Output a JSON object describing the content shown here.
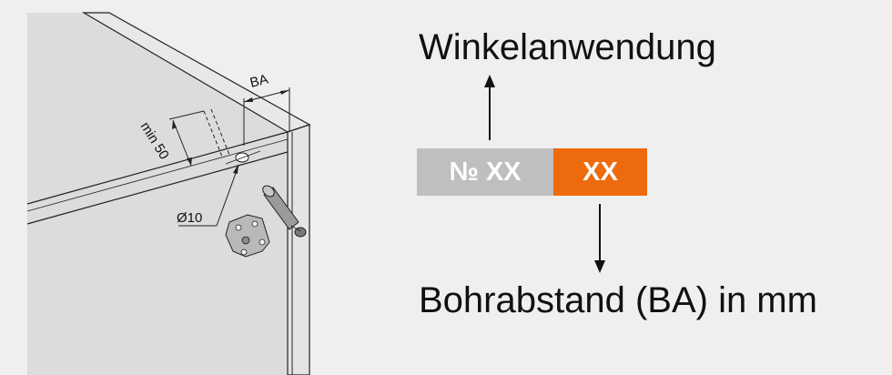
{
  "diagram": {
    "dim_ba": "BA",
    "dim_min50": "min 50",
    "dim_diameter": "Ø10"
  },
  "title": "Winkelanwendung",
  "label": {
    "left_code": "№ XX",
    "right_code": "XX"
  },
  "subtitle": "Bohrabstand (BA) in mm",
  "colors": {
    "background": "#efefef",
    "cabinet_fill": "#dcdcdc",
    "grey_segment": "#bfbfbf",
    "orange_segment": "#ed6b0c"
  }
}
